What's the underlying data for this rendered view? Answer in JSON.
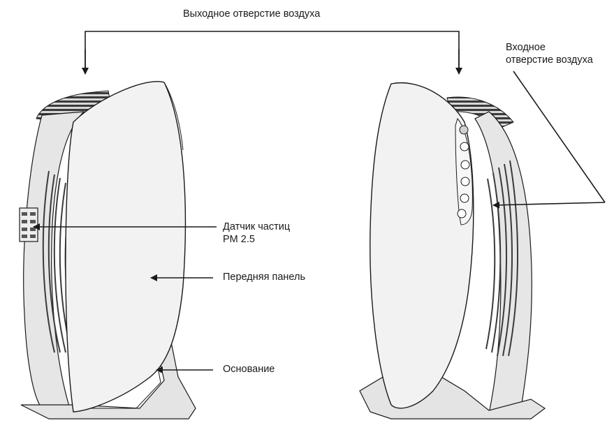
{
  "labels": {
    "air_outlet": "Выходное отверстие воздуха",
    "air_inlet_line1": "Входное",
    "air_inlet_line2": "отверстие воздуха",
    "pm_sensor_line1": "Датчик частиц",
    "pm_sensor_line2": "PM 2.5",
    "front_panel": "Передняя панель",
    "base": "Основание"
  },
  "colors": {
    "line": "#1a1a1a",
    "body_fill": "#e9e9e9",
    "panel_fill": "#f2f2f2",
    "shadow": "#c9c9c9",
    "vent": "#3a3a3a"
  }
}
